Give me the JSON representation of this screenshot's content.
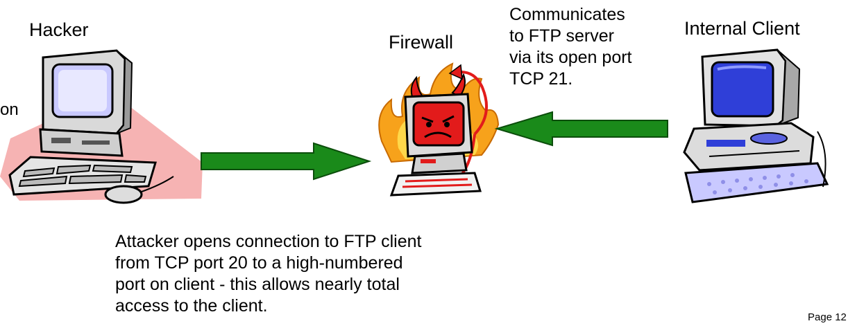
{
  "labels": {
    "hacker": "Hacker",
    "firewall": "Firewall",
    "internal_client": "Internal Client",
    "cut_left": "on"
  },
  "notes": {
    "communicates": "Communicates\nto FTP server\nvia its open port\nTCP 21.",
    "attacker": "Attacker opens connection to FTP client\nfrom TCP port 20 to a high-numbered\nport on client - this allows nearly total\naccess to the client."
  },
  "footer": {
    "page": "Page 12"
  },
  "colors": {
    "arrow_green": "#1a8a1a",
    "arrow_outline": "#0b4d0b",
    "hacker_backdrop": "#f6b3b3",
    "screen_blue": "#2f3fd8",
    "firewall_red": "#e21b1b",
    "flame_orange": "#f7a21b"
  },
  "icons": [
    "hacker-computer-icon",
    "firewall-devil-icon",
    "client-computer-icon",
    "right-arrow-icon",
    "left-arrow-icon"
  ]
}
